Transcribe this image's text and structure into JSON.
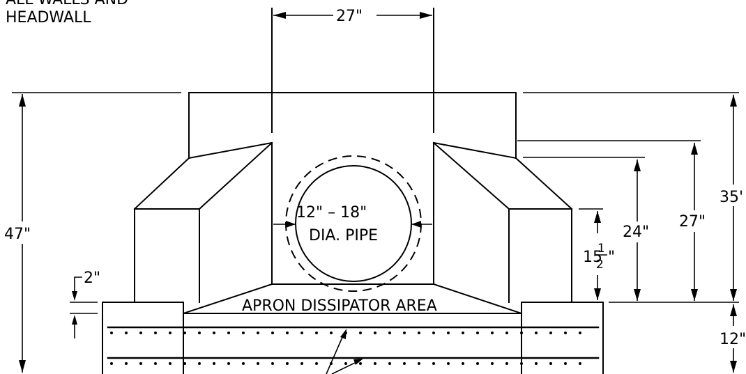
{
  "notes": {
    "line1": "ALL  WALLS  AND",
    "line2": "HEADWALL"
  },
  "dimensions": {
    "top_width": "27\"",
    "total_height": "47\"",
    "right_outer": "35'",
    "right_middle": "27\"",
    "right_inner": "24\"",
    "side_wall_whole": "15",
    "side_wall_frac_num": "1",
    "side_wall_frac_den": "2",
    "side_wall_unit": "\"",
    "base_thickness": "12\"",
    "lip": "2\""
  },
  "labels": {
    "pipe_line1": "12\"  –  18\"",
    "pipe_line2": "DIA.  PIPE",
    "apron": "APRON  DISSIPATOR  AREA"
  }
}
